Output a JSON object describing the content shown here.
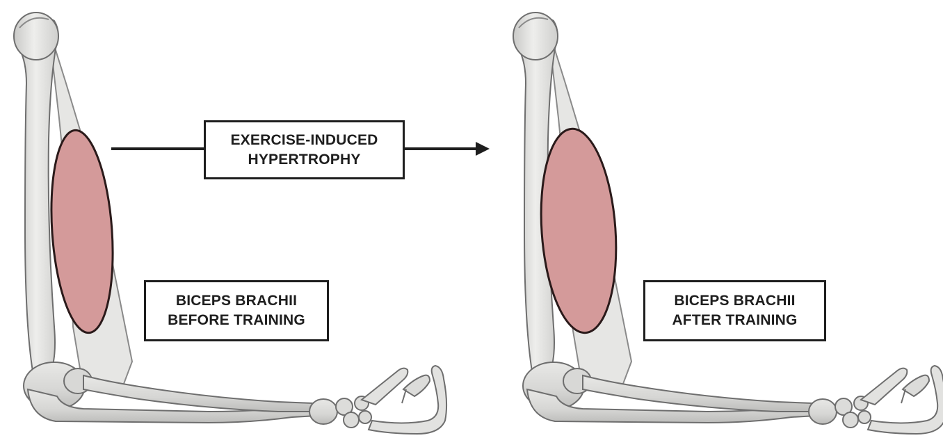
{
  "process": {
    "line1": "EXERCISE-INDUCED",
    "line2": "HYPERTROPHY"
  },
  "before": {
    "line1": "BICEPS BRACHII",
    "line2": "BEFORE TRAINING"
  },
  "after": {
    "line1": "BICEPS BRACHII",
    "line2": "AFTER TRAINING"
  },
  "colors": {
    "muscle_fill": "#d49a9a",
    "muscle_outline": "#2a1a1a",
    "bone_fill": "#e3e3e1",
    "bone_outline": "#6e6e6e",
    "arrow": "#1e1e1e",
    "box_border": "#1e1e1e"
  },
  "icons": [
    "arm-skeleton-before",
    "arm-skeleton-after",
    "biceps-muscle-small",
    "biceps-muscle-large",
    "right-arrow-icon"
  ]
}
